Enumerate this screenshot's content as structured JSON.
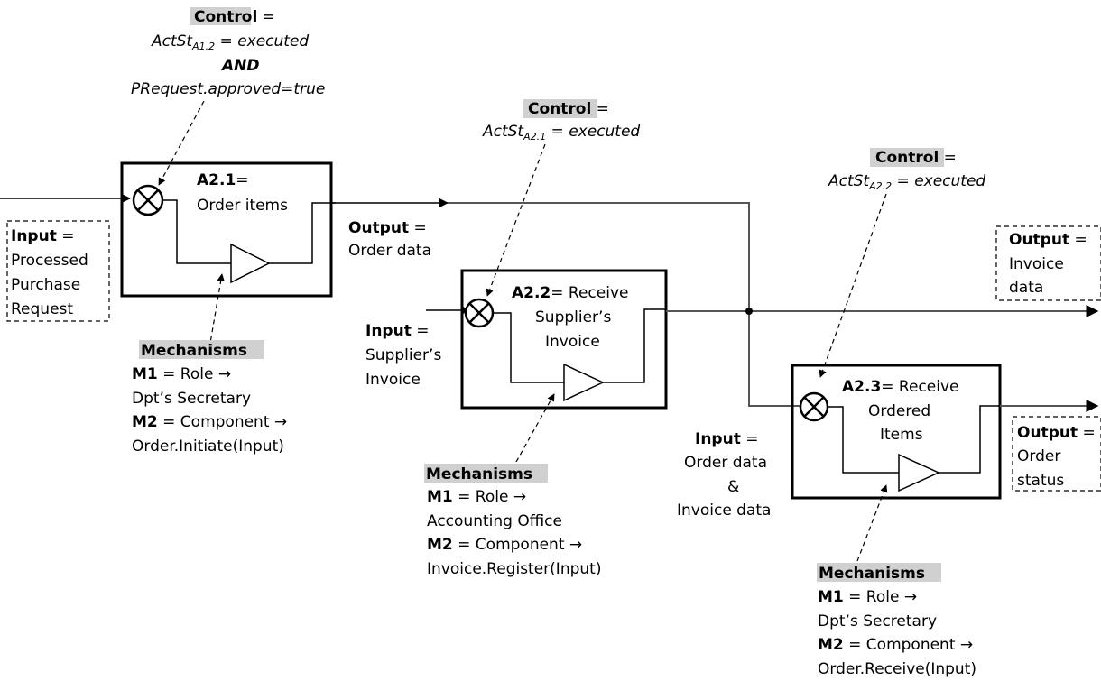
{
  "a21": {
    "control_label": "Control",
    "control_eq": " =",
    "control_cond1_pre": "ActSt",
    "control_cond1_sub": "A1.2",
    "control_cond1_post": " = executed",
    "control_and": "AND",
    "control_cond2": "PRequest.approved=true",
    "title_bold": "A2.1",
    "title_eq": "=",
    "name": "Order items",
    "input_label": "Input",
    "input_eq": " =",
    "input_line1": "Processed",
    "input_line2": "Purchase",
    "input_line3": "Request",
    "output_label": "Output",
    "output_eq": " =",
    "output_value": "Order data",
    "mech_label": "Mechanisms",
    "m1_label": "M1",
    "m1_text": " = Role →",
    "m1_value": "Dpt’s Secretary",
    "m2_label": "M2",
    "m2_text": " = Component →",
    "m2_value": "Order.Initiate(Input)"
  },
  "a22": {
    "control_label": "Control",
    "control_eq": " =",
    "control_cond_pre": "ActSt",
    "control_cond_sub": "A2.1",
    "control_cond_post": " = executed",
    "title_bold": "A2.2",
    "title_rest": "= Receive",
    "name_line1": "Supplier’s",
    "name_line2": "Invoice",
    "input_label": "Input",
    "input_eq": " =",
    "input_line1": "Supplier’s",
    "input_line2": "Invoice",
    "output_label": "Output",
    "output_eq": " =",
    "output_line1": "Invoice",
    "output_line2": "data",
    "mech_label": "Mechanisms",
    "m1_label": "M1",
    "m1_text": " = Role →",
    "m1_value": "Accounting Office",
    "m2_label": "M2",
    "m2_text": " = Component →",
    "m2_value": "Invoice.Register(Input)"
  },
  "a23": {
    "control_label": "Control",
    "control_eq": " =",
    "control_cond_pre": "ActSt",
    "control_cond_sub": "A2.2",
    "control_cond_post": " = executed",
    "title_bold": "A2.3",
    "title_rest": "= Receive",
    "name_line1": "Ordered",
    "name_line2": "Items",
    "input_label": "Input",
    "input_eq": " =",
    "input_line1": "Order data",
    "input_line2": "&",
    "input_line3": "Invoice data",
    "output_label": "Output",
    "output_eq": " =",
    "output_line1": "Order",
    "output_line2": "status",
    "mech_label": "Mechanisms",
    "m1_label": "M1",
    "m1_text": " = Role →",
    "m1_value": "Dpt’s Secretary",
    "m2_label": "M2",
    "m2_text": " = Component →",
    "m2_value": "Order.Receive(Input)"
  }
}
